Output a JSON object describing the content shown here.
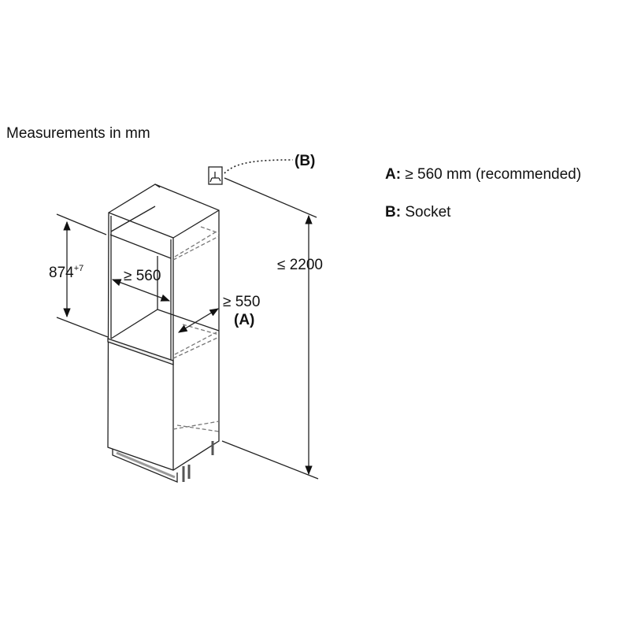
{
  "caption": "Measurements in mm",
  "legend": [
    {
      "key": "A:",
      "text": "≥ 560 mm (recommended)"
    },
    {
      "key": "B:",
      "text": "Socket"
    }
  ],
  "dimensions": {
    "niche_height": "874",
    "niche_height_tolerance": "+7",
    "niche_width": "≥ 560",
    "depth": "≥ 550",
    "depth_ref": "(A)",
    "total_height": "≤ 2200",
    "socket_ref": "(B)"
  }
}
